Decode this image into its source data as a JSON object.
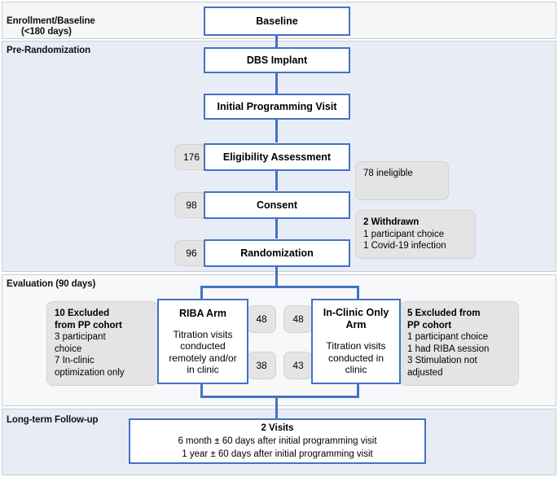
{
  "figure": {
    "type": "clinical-trial-flow-diagram",
    "accent_color": "#4472c4",
    "band_blue": "#e8edf5",
    "band_gray": "#f5f6f7",
    "callout_gray": "#e4e4e4"
  },
  "bands": [
    {
      "label_line1": "Enrollment/Baseline",
      "label_line2": "(<180 days)"
    },
    {
      "label_line1": "Pre-Randomization",
      "label_line2": ""
    },
    {
      "label_line1": "Evaluation (90 days)",
      "label_line2": ""
    },
    {
      "label_line1": "Long-term Follow-up",
      "label_line2": ""
    }
  ],
  "nodes": {
    "baseline": {
      "title": "Baseline"
    },
    "dbs_implant": {
      "title": "DBS Implant"
    },
    "initial_programming": {
      "title": "Initial Programming Visit"
    },
    "eligibility": {
      "title": "Eligibility Assessment",
      "count": "176"
    },
    "consent": {
      "title": "Consent",
      "count": "98"
    },
    "randomization": {
      "title": "Randomization",
      "count": "96"
    },
    "riba_arm": {
      "title": "RIBA Arm",
      "sub": "Titration visits conducted remotely and/or in clinic",
      "count_top": "48",
      "count_bottom": "38"
    },
    "inclinic_arm": {
      "title": "In-Clinic Only Arm",
      "sub": "Titration visits conducted in clinic",
      "count_top": "48",
      "count_bottom": "43"
    },
    "followup": {
      "title": "2 Visits",
      "line1": "6 month ± 60 days after initial programming visit",
      "line2": "1 year ± 60 days after initial programming visit"
    }
  },
  "callouts": {
    "ineligible": {
      "line1": "78 ineligible"
    },
    "withdrawn": {
      "heading": "2 Withdrawn",
      "line1": "1 participant choice",
      "line2": "1 Covid-19 infection"
    },
    "excluded_riba": {
      "heading1": "10 Excluded",
      "heading2": "from PP cohort",
      "line1": "3 participant",
      "line2": "choice",
      "line3": "7 In-clinic",
      "line4": "optimization only"
    },
    "excluded_inclinic": {
      "heading1": "5 Excluded from",
      "heading2": "PP cohort",
      "line1": "1 participant choice",
      "line2": "1 had RIBA session",
      "line3": "3 Stimulation not",
      "line4": "adjusted"
    }
  }
}
